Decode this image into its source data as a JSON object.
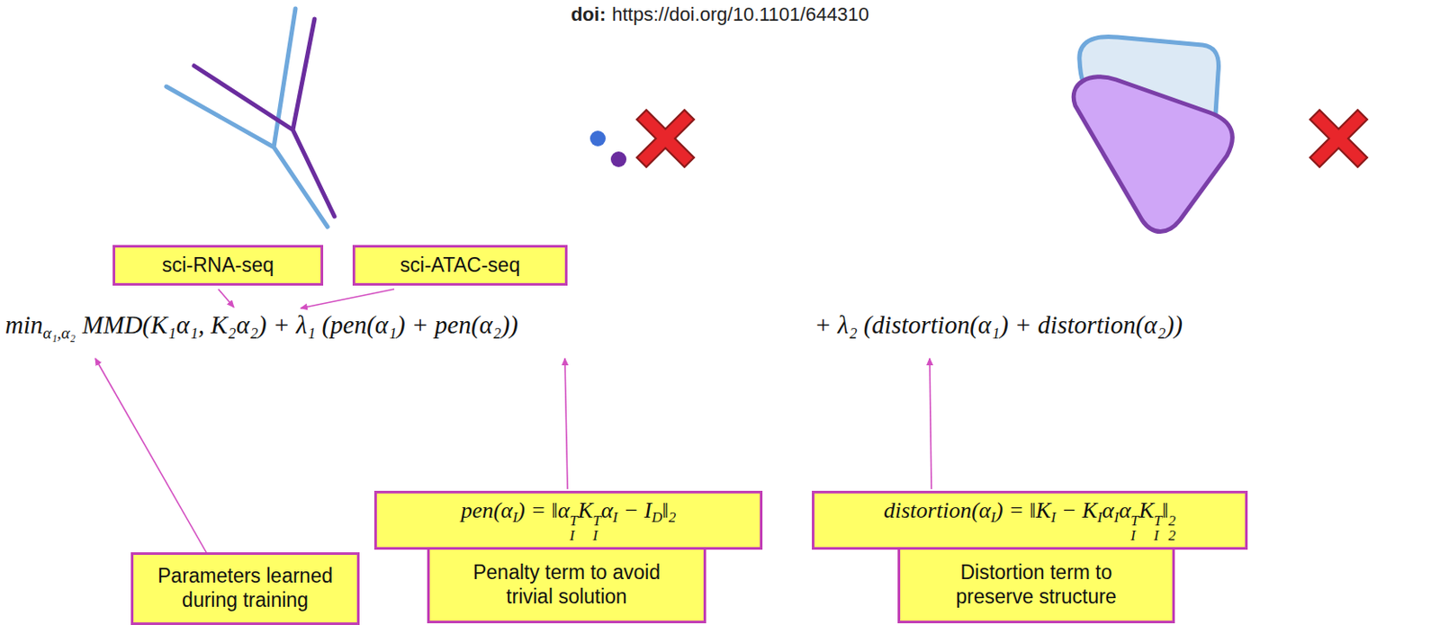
{
  "diagram": {
    "nodes": [
      {
        "text": [
          "sci-RNA-seq"
        ]
      },
      {
        "text": [
          "sci-ATAC-seq"
        ]
      },
      {
        "text": [
          "Parameters learned during training"
        ]
      },
      {
        "text": [
          "pen(α",
          "I",
          ") = ‖α",
          "I",
          "T",
          "K",
          "I",
          "T",
          "α",
          "I",
          " − I",
          "D",
          "‖",
          "2"
        ]
      },
      {
        "text": [
          "Penalty term to avoid trivial solution"
        ]
      },
      {
        "text": [
          "distortion(α",
          "I",
          ") = ‖K",
          "I",
          " − K",
          "I",
          "α",
          "I",
          "α",
          "I",
          "T",
          "K",
          "I",
          "T",
          "‖",
          "2",
          "2"
        ]
      },
      {
        "text": [
          "Distortion term to preserve structure"
        ]
      }
    ],
    "labels": [
      "doi:",
      "https://doi.org/10.1101/644310",
      "min",
      "α₁,α₂",
      "MMD(K₁α₁, K₂α₂) + λ₁ (pen(α₁) + pen(α₂))",
      "+ λ₂ (distortion(α₁) + distortion(α₂))"
    ]
  }
}
